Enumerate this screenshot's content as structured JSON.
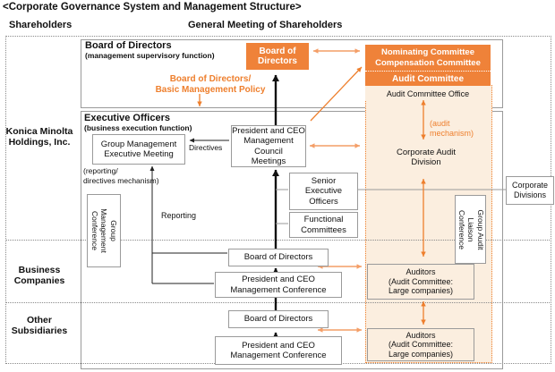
{
  "title": "<Corporate Governance System and Management Structure>",
  "colors": {
    "orange": "#EF8239",
    "salmon_arrow": "#F49E67",
    "cream_panel": "#FBEEDF",
    "box_border": "#9A9A9A"
  },
  "header": {
    "shareholders": "Shareholders",
    "general_meeting": "General Meeting of Shareholders"
  },
  "left_labels": {
    "holdings": "Konica Minolta\nHoldings, Inc.",
    "business": "Business\nCompanies",
    "other": "Other\nSubsidiaries"
  },
  "supervisory": {
    "section_title": "Board of Directors",
    "section_subtitle": "(management supervisory function)",
    "board_box": "Board of\nDirectors",
    "policy_text": "Board of Directors/\nBasic Management Policy",
    "nominating_compensation": "Nominating Committee\nCompensation Committee",
    "audit_committee": "Audit Committee",
    "audit_committee_office": "Audit Committee Office"
  },
  "executive": {
    "section_title": "Executive Officers",
    "section_subtitle": "(business execution function)",
    "group_management_executive_meeting": "Group Management\nExecutive Meeting",
    "president_council": "President and CEO\nManagement Council\nMeetings",
    "directives_label": "Directives",
    "reporting_mechanism_note": "(reporting/\ndirectives mechanism)",
    "reporting_label": "Reporting",
    "senior_executive_officers": "Senior\nExecutive\nOfficers",
    "functional_committees": "Functional\nCommittees",
    "group_management_conference": "Group\nManagement\nConference"
  },
  "audit": {
    "mechanism_note": "(audit\nmechanism)",
    "corporate_audit_division": "Corporate Audit\nDivision",
    "group_audit_liaison_conference": "Group Audit\nLiaison\nConference",
    "auditors_business": "Auditors\n(Audit Committee:\nLarge companies)",
    "auditors_other": "Auditors\n(Audit Committee:\nLarge companies)"
  },
  "corporate_divisions": "Corporate\nDivisions",
  "business": {
    "board_of_directors": "Board of Directors",
    "president_conference": "President and CEO\nManagement Conference"
  },
  "other": {
    "board_of_directors": "Board of Directors",
    "president_conference": "President and CEO\nManagement Conference"
  }
}
